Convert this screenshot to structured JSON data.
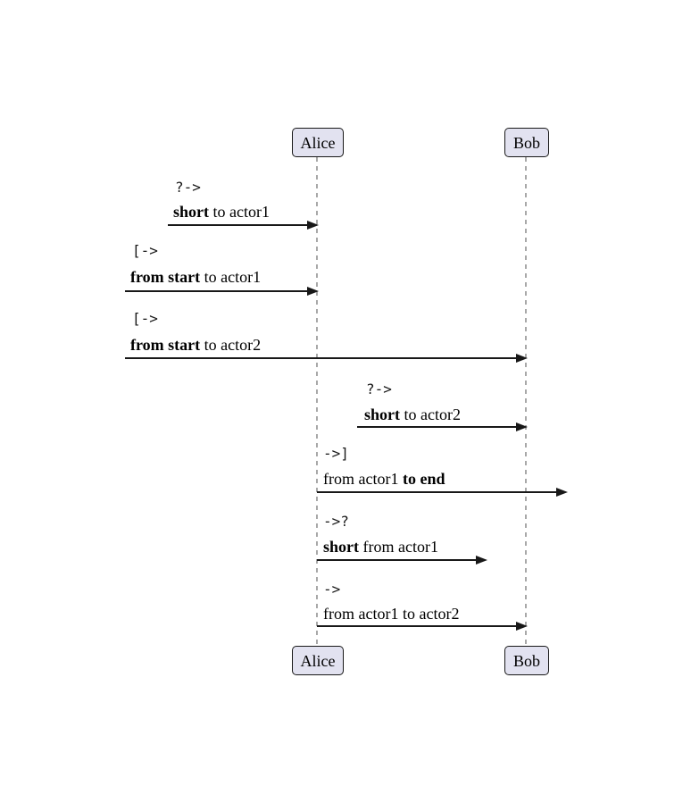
{
  "diagram": {
    "type": "sequence-diagram",
    "actors": [
      {
        "name": "Alice"
      },
      {
        "name": "Bob"
      }
    ],
    "messages": [
      {
        "op": "?->",
        "seg1": "",
        "bold": "short",
        "seg2": " to actor1"
      },
      {
        "op": "[->",
        "seg1": "",
        "bold": "from start",
        "seg2": " to actor1"
      },
      {
        "op": "[->",
        "seg1": "",
        "bold": "from start",
        "seg2": " to actor2"
      },
      {
        "op": "?->",
        "seg1": "",
        "bold": "short",
        "seg2": " to actor2"
      },
      {
        "op": "->]",
        "seg1": "from actor1 ",
        "bold": "to end",
        "seg2": ""
      },
      {
        "op": "->?",
        "seg1": "",
        "bold": "short",
        "seg2": " from actor1"
      },
      {
        "op": "->",
        "seg1": "from actor1 to actor2",
        "bold": "",
        "seg2": ""
      }
    ],
    "colors": {
      "actor_fill": "#E2E2F0",
      "actor_border": "#181818",
      "lifeline": "#A8A8A8",
      "arrow": "#181818",
      "background": "#FFFFFF"
    }
  }
}
